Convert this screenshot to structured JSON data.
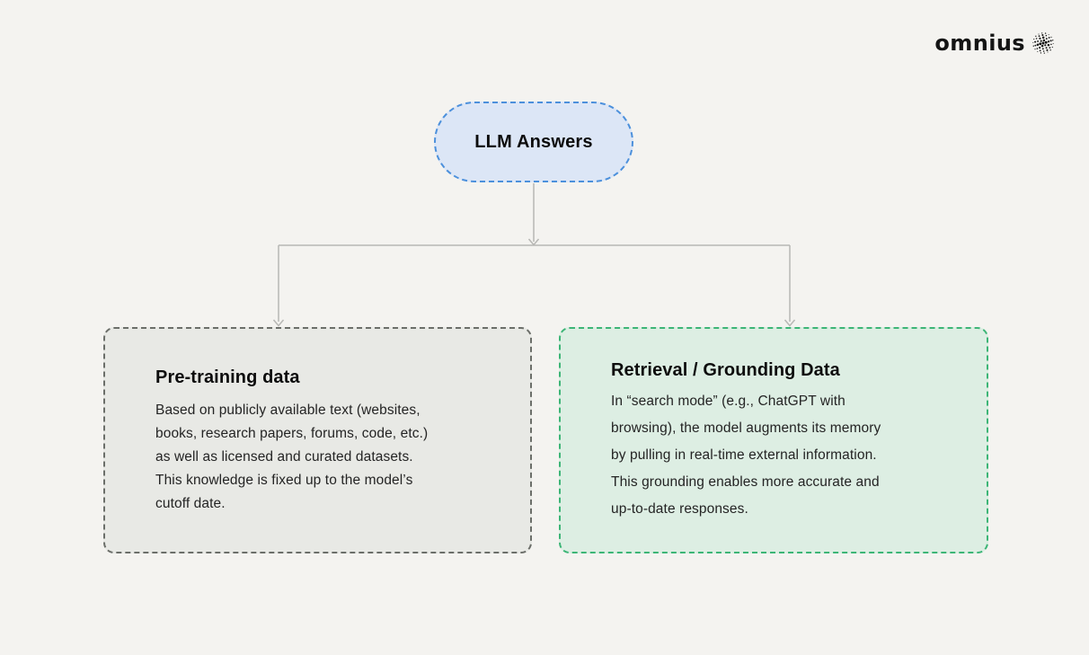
{
  "page": {
    "background_color": "#f4f3f0"
  },
  "header": {
    "brand": {
      "name": "omnius",
      "icon": "dotted-sphere",
      "text_color": "#141414"
    }
  },
  "diagram": {
    "root": {
      "label": "LLM Answers",
      "fill_color": "#dce6f6",
      "border_color": "#4c90dc"
    },
    "connector_color": "#b7b7b4",
    "branches": [
      {
        "title": "Pre-training data",
        "body_lines": [
          "Based on publicly available text (websites,",
          "books, research papers, forums, code, etc.)",
          "as well as licensed and curated datasets.",
          "This knowledge is fixed up to the model’s",
          "cutoff date."
        ],
        "fill_color": "#e8e9e5",
        "border_color": "#6b6e69"
      },
      {
        "title": "Retrieval / Grounding Data",
        "body_lines": [
          "In “search mode” (e.g., ChatGPT with",
          "browsing), the model augments its memory",
          "by pulling in real-time external information.",
          "This grounding enables more accurate and",
          "up-to-date responses."
        ],
        "fill_color": "#ddeee3",
        "border_color": "#3cb576"
      }
    ]
  }
}
